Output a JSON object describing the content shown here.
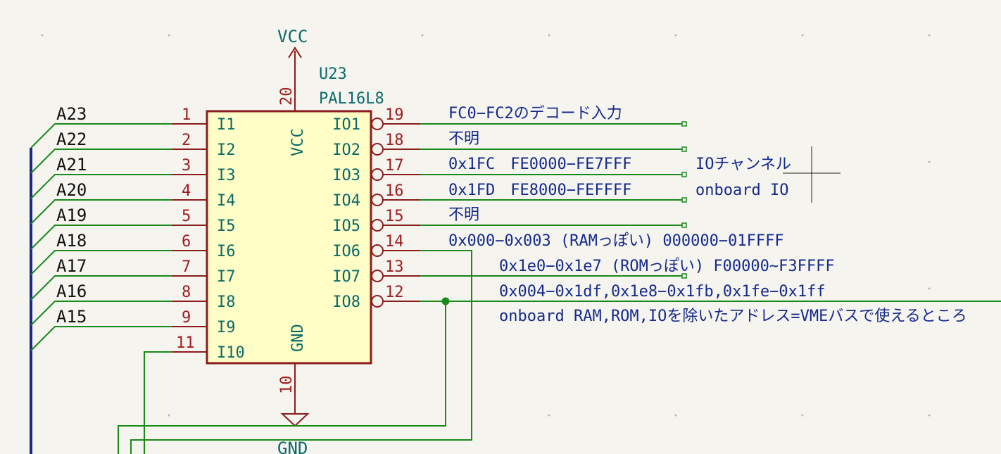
{
  "component": {
    "reference": "U23",
    "value": "PAL16L8",
    "vcc_pin_number": "20",
    "vcc_pin_name": "VCC",
    "gnd_pin_number": "10",
    "gnd_pin_name": "GND"
  },
  "power": {
    "vcc_label": "VCC",
    "gnd_label": "GND"
  },
  "inputs": [
    {
      "net": "A23",
      "num": "1",
      "name": "I1"
    },
    {
      "net": "A22",
      "num": "2",
      "name": "I2"
    },
    {
      "net": "A21",
      "num": "3",
      "name": "I3"
    },
    {
      "net": "A20",
      "num": "4",
      "name": "I4"
    },
    {
      "net": "A19",
      "num": "5",
      "name": "I5"
    },
    {
      "net": "A18",
      "num": "6",
      "name": "I6"
    },
    {
      "net": "A17",
      "num": "7",
      "name": "I7"
    },
    {
      "net": "A16",
      "num": "8",
      "name": "I8"
    },
    {
      "net": "A15",
      "num": "9",
      "name": "I9"
    },
    {
      "net": "",
      "num": "11",
      "name": "I10"
    }
  ],
  "outputs": [
    {
      "num": "19",
      "name": "IO1"
    },
    {
      "num": "18",
      "name": "IO2"
    },
    {
      "num": "17",
      "name": "IO3"
    },
    {
      "num": "16",
      "name": "IO4"
    },
    {
      "num": "15",
      "name": "IO5"
    },
    {
      "num": "14",
      "name": "IO6"
    },
    {
      "num": "13",
      "name": "IO7"
    },
    {
      "num": "12",
      "name": "IO8"
    }
  ],
  "notes": {
    "n1": "FC0−FC2のデコード入力",
    "n2": "不明",
    "n3a": "0x1FC　FE0000−FE7FFF",
    "n3b": "IOチャンネル",
    "n4a": "0x1FD　FE8000−FEFFFF",
    "n4b": "onboard IO",
    "n5": "不明",
    "n6": "0x000−0x003 (RAMっぽい) 000000−01FFFF",
    "n7": "0x1e0−0x1e7 (ROMっぽい) F00000~F3FFFF",
    "n8": "0x004−0x1df,0x1e8−0x1fb,0x1fe−0x1ff",
    "n9": "onboard RAM,ROM,IOを除いたアドレス=VMEバスで使えるところ"
  },
  "colors": {
    "wire": "#1a8a1a",
    "bus": "#1a2a8c",
    "pin": "#8c1c1c",
    "body_fill": "#fefec6",
    "note": "#142a8c",
    "pin_name": "#0a6a6a",
    "background": "#f5f4ef"
  }
}
